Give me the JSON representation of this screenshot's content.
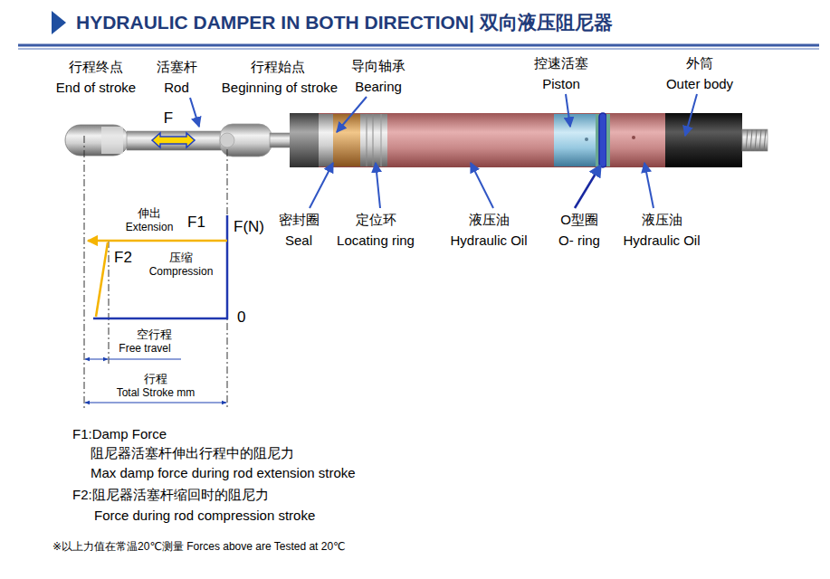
{
  "diagram": {
    "title": "HYDRAULIC DAMPER IN BOTH DIRECTION| 双向液压阻尼器",
    "labels": [
      "行程终点",
      "End of stroke",
      "活塞杆",
      "Rod",
      "行程始点",
      "Beginning of stroke",
      "导向轴承",
      "Bearing",
      "控速活塞",
      "Piston",
      "外筒",
      "Outer body",
      "F",
      "密封圈",
      "Seal",
      "定位环",
      "Locating ring",
      "液压油",
      "Hydraulic Oil",
      "O型圈",
      "O- ring",
      "液压油",
      "Hydraulic Oil",
      "伸出",
      "Extension",
      "F1",
      "F(N)",
      "F2",
      "压缩",
      "Compression",
      "0",
      "空行程",
      "Free travel",
      "行程",
      "Total Stroke mm",
      "F1:Damp Force",
      "阻尼器活塞杆伸出行程中的阻尼力",
      "Max damp force during rod extension stroke",
      "F2:阻尼器活塞杆缩回时的阻尼力",
      "Force during rod compression stroke",
      "※以上力值在常温20℃测量 Forces above are Tested at 20℃"
    ]
  }
}
